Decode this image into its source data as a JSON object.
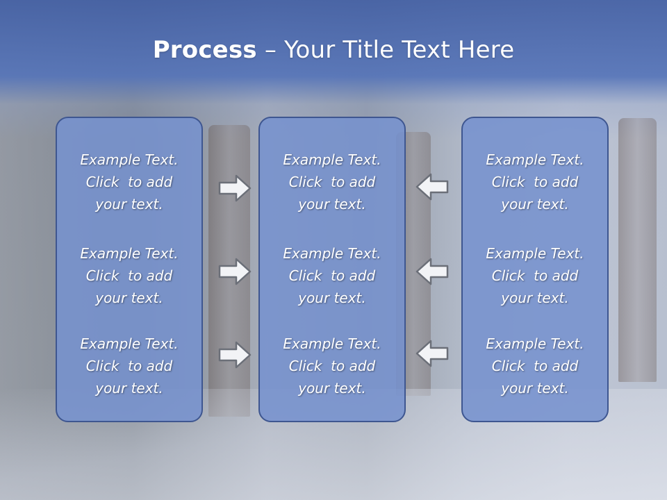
{
  "title": {
    "bold": "Process",
    "rest": " – Your Title Text Here"
  },
  "columns": [
    {
      "items": [
        "Example Text.\nClick  to add\nyour text.",
        "Example Text.\nClick  to add\nyour text.",
        "Example Text.\nClick  to add\nyour text."
      ]
    },
    {
      "items": [
        "Example Text.\nClick  to add\nyour text.",
        "Example Text.\nClick  to add\nyour text.",
        "Example Text.\nClick  to add\nyour text."
      ]
    },
    {
      "items": [
        "Example Text.\nClick  to add\nyour text.",
        "Example Text.\nClick  to add\nyour text.",
        "Example Text.\nClick  to add\nyour text."
      ]
    }
  ],
  "arrows": {
    "left_to_center": [
      "arrow-right-icon",
      "arrow-right-icon",
      "arrow-right-icon"
    ],
    "right_to_center": [
      "arrow-left-icon",
      "arrow-left-icon",
      "arrow-left-icon"
    ]
  },
  "colors": {
    "box_fill": "#7692ce",
    "box_border": "#3e5690",
    "header": "#4662a5",
    "text": "#ffffff"
  }
}
